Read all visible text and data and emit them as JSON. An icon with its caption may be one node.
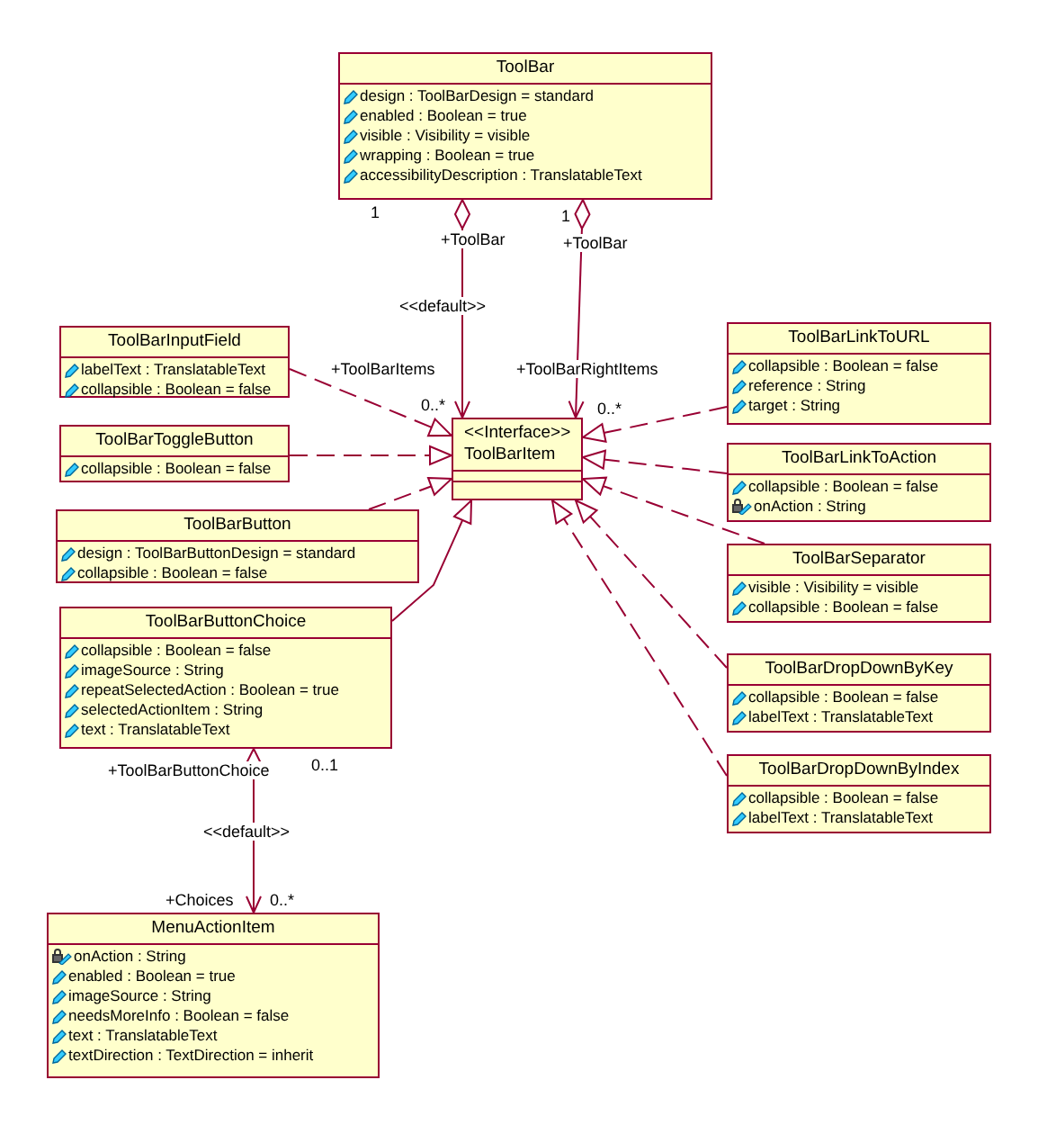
{
  "diagram": {
    "nodes": [
      {
        "text": [
          "ToolBar",
          "design : ToolBarDesign = standard",
          "enabled : Boolean = true",
          "visible : Visibility = visible",
          "wrapping : Boolean = true",
          "accessibilityDescription : TranslatableText"
        ]
      },
      {
        "text": [
          "ToolBarInputField",
          "labelText : TranslatableText",
          "collapsible : Boolean = false"
        ]
      },
      {
        "text": [
          "ToolBarLinkToURL",
          "collapsible : Boolean = false",
          "reference : String",
          "target : String"
        ]
      },
      {
        "text": [
          "<<Interface>>",
          "ToolBarItem"
        ]
      },
      {
        "text": [
          "ToolBarToggleButton",
          "collapsible : Boolean = false"
        ]
      },
      {
        "text": [
          "ToolBarLinkToAction",
          "collapsible : Boolean = false",
          "onAction : String"
        ]
      },
      {
        "text": [
          "ToolBarButton",
          "design : ToolBarButtonDesign = standard",
          "collapsible : Boolean = false"
        ]
      },
      {
        "text": [
          "ToolBarSeparator",
          "visible : Visibility = visible",
          "collapsible : Boolean = false"
        ]
      },
      {
        "text": [
          "ToolBarButtonChoice",
          "collapsible : Boolean = false",
          "imageSource : String",
          "repeatSelectedAction : Boolean = true",
          "selectedActionItem : String",
          "text : TranslatableText"
        ]
      },
      {
        "text": [
          "ToolBarDropDownByKey",
          "collapsible : Boolean = false",
          "labelText : TranslatableText"
        ]
      },
      {
        "text": [
          "ToolBarDropDownByIndex",
          "collapsible : Boolean = false",
          "labelText : TranslatableText"
        ]
      },
      {
        "text": [
          "MenuActionItem",
          "onAction : String",
          "enabled : Boolean = true",
          "imageSource : String",
          "needsMoreInfo : Boolean = false",
          "text : TranslatableText",
          "textDirection : TextDirection = inherit"
        ]
      }
    ],
    "edges": [
      {
        "from": 0,
        "to": 3,
        "arrow": "to",
        "label": "<<default>>"
      },
      {
        "from": 0,
        "to": 3,
        "arrow": "to"
      },
      {
        "from": 1,
        "to": 3,
        "arrow": "to",
        "style": "dashed"
      },
      {
        "from": 4,
        "to": 3,
        "arrow": "to",
        "style": "dashed"
      },
      {
        "from": 6,
        "to": 3,
        "arrow": "to",
        "style": "dashed"
      },
      {
        "from": 8,
        "to": 3,
        "arrow": "to"
      },
      {
        "from": 2,
        "to": 3,
        "arrow": "to",
        "style": "dashed"
      },
      {
        "from": 5,
        "to": 3,
        "arrow": "to",
        "style": "dashed"
      },
      {
        "from": 7,
        "to": 3,
        "arrow": "to",
        "style": "dashed"
      },
      {
        "from": 9,
        "to": 3,
        "arrow": "to",
        "style": "dashed"
      },
      {
        "from": 10,
        "to": 3,
        "arrow": "to",
        "style": "dashed"
      },
      {
        "from": 8,
        "to": 11,
        "arrow": "to",
        "label": "<<default>>"
      }
    ],
    "labels": [
      "1",
      "+ToolBar",
      "1",
      "+ToolBar",
      "+ToolBarItems",
      "+ToolBarRightItems",
      "0..*",
      "0..*",
      "+ToolBarButtonChoice",
      "0..1",
      "+Choices",
      "0..*"
    ]
  }
}
